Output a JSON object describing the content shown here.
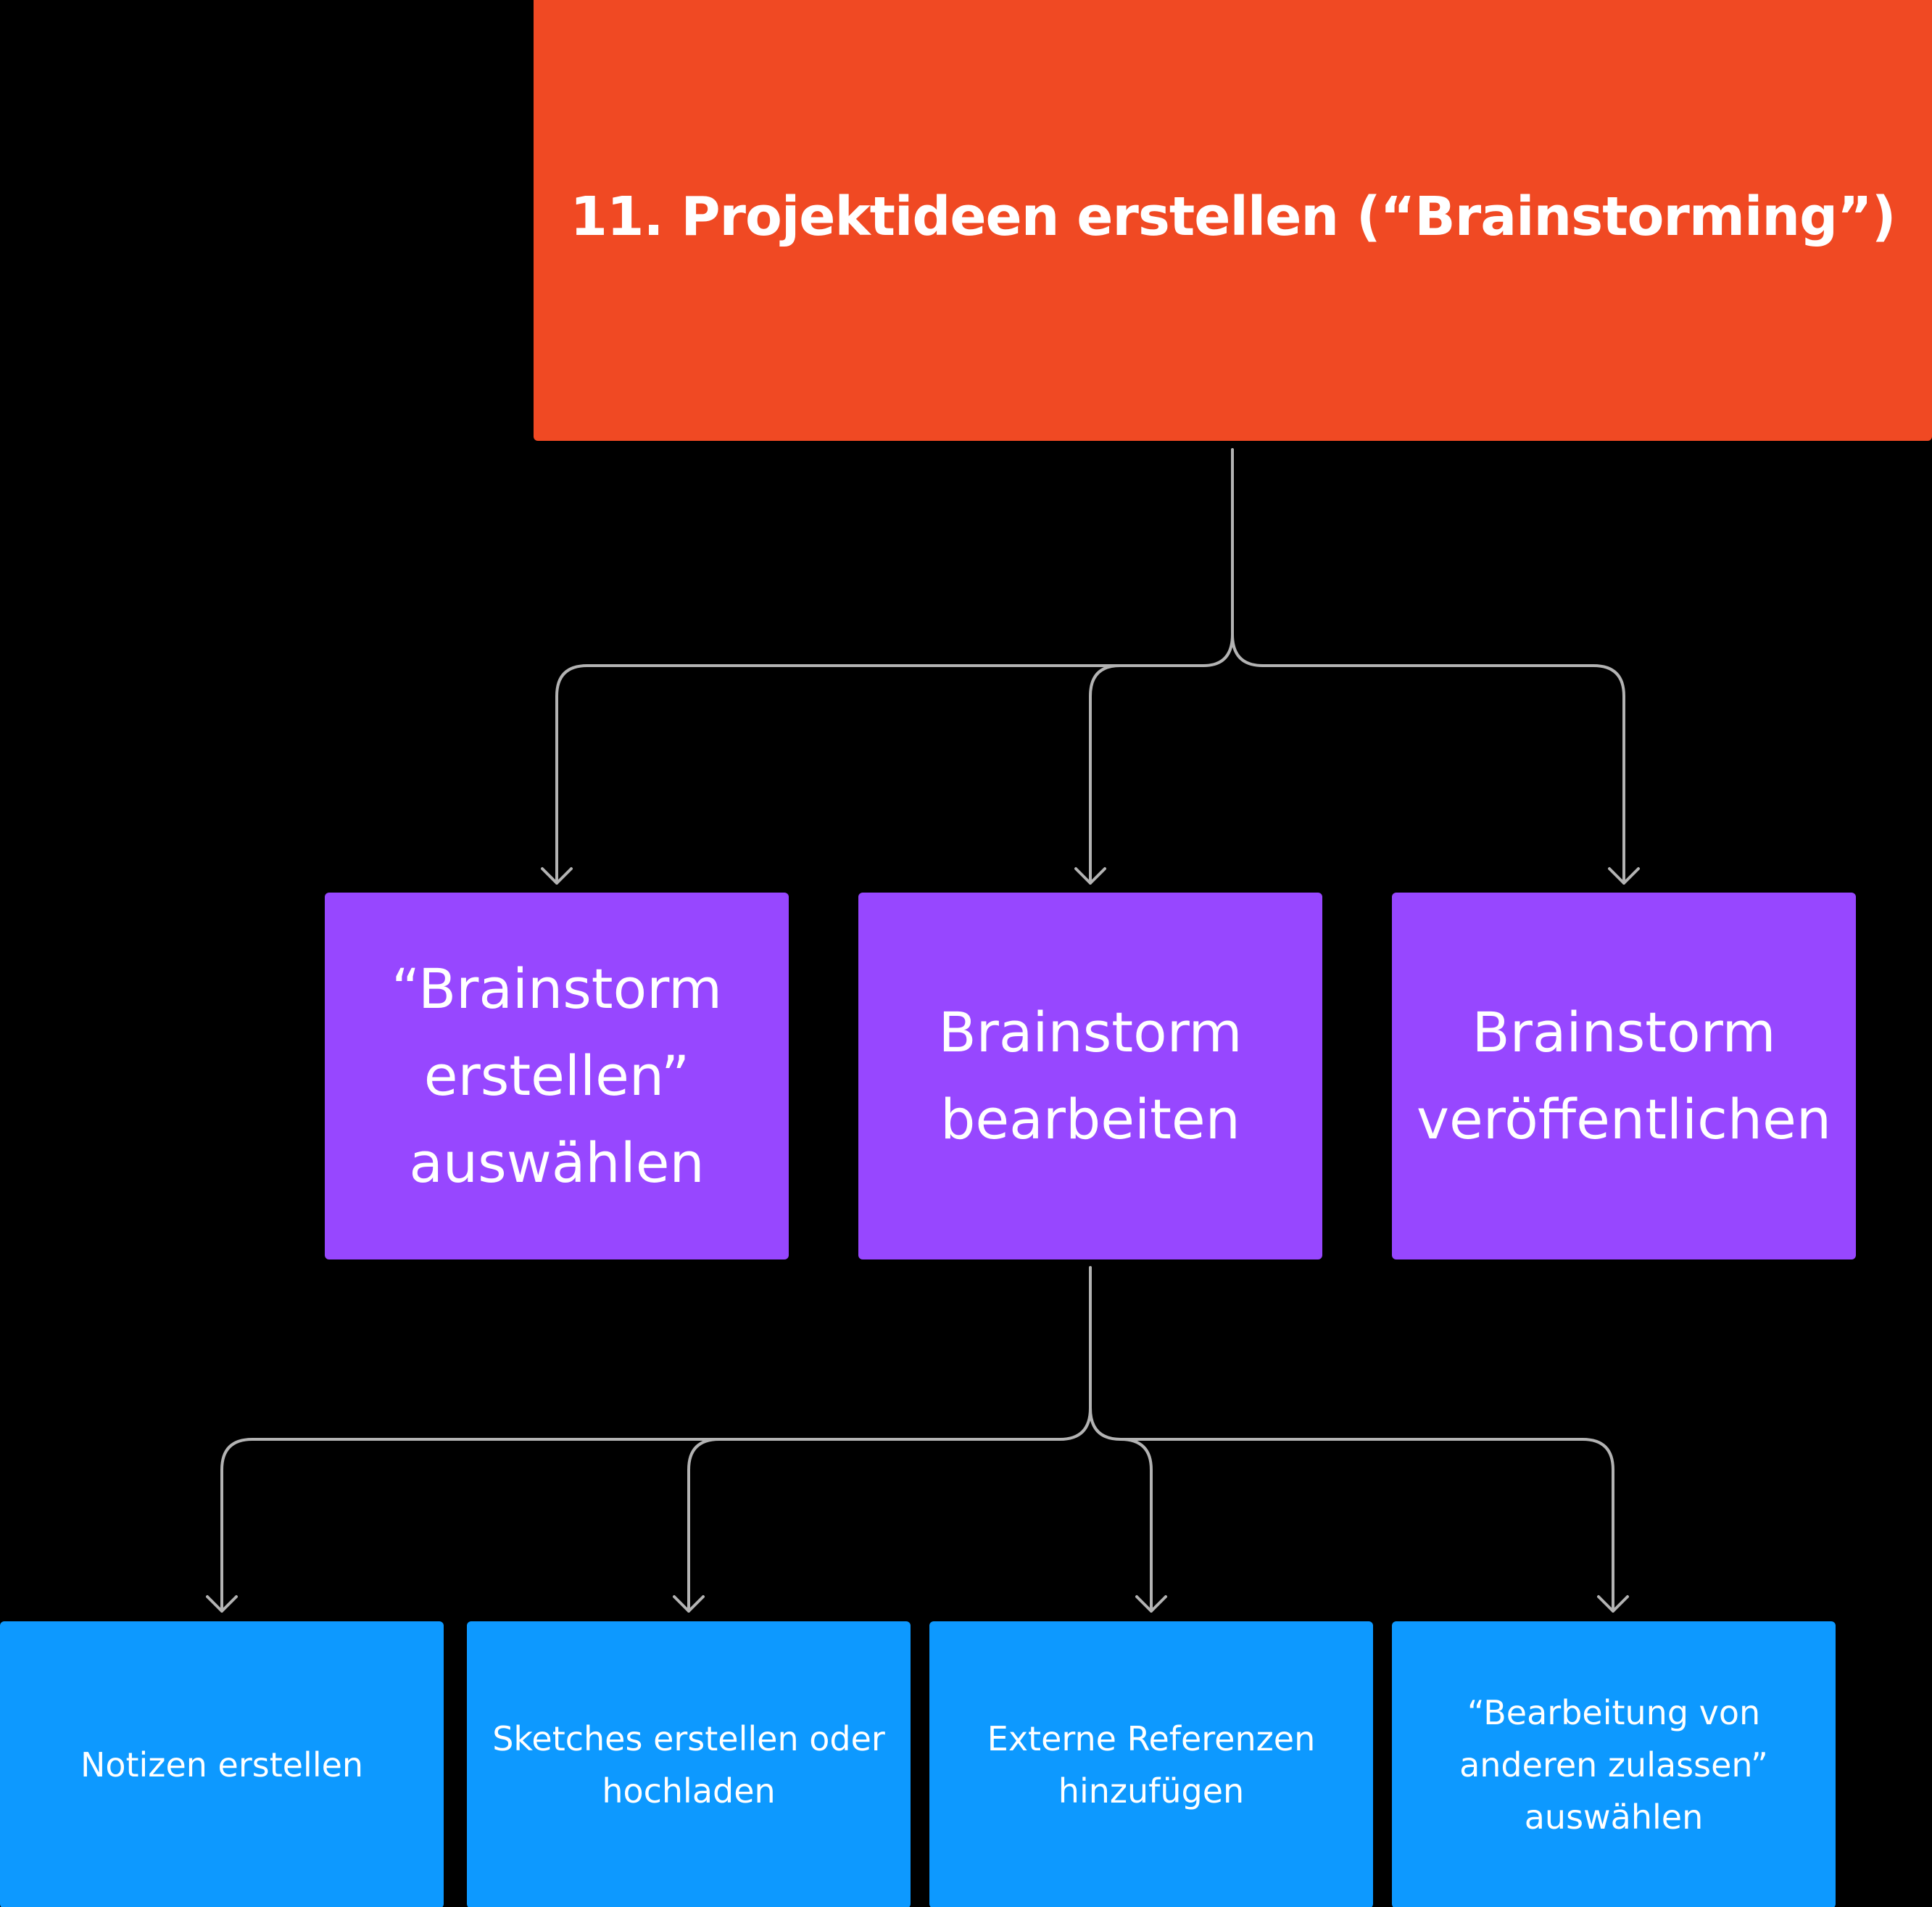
{
  "colors": {
    "background": "#000000",
    "root": "#F04923",
    "level1": "#9747FF",
    "level2": "#0D99FF",
    "connector": "#B3B3B3",
    "text": "#FFFFFF"
  },
  "root": {
    "label": "11. Projektideen erstellen (“Brainstorming”)"
  },
  "level1": [
    {
      "label": "“Brainstorm erstellen” auswählen"
    },
    {
      "label": "Brainstorm bearbeiten"
    },
    {
      "label": "Brainstorm veröffentlichen"
    }
  ],
  "level2": [
    {
      "label": "Notizen erstellen"
    },
    {
      "label": "Sketches erstellen oder hochladen"
    },
    {
      "label": "Externe Referenzen hinzufügen"
    },
    {
      "label": "“Bearbeitung von anderen zulassen” auswählen"
    }
  ]
}
